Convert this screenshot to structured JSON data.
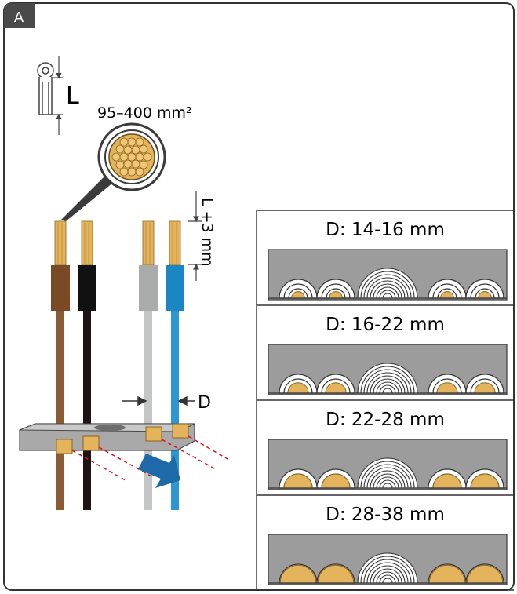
{
  "panel": {
    "label": "A"
  },
  "lug": {
    "length_label": "L",
    "cross_section": "95–400 mm²"
  },
  "strip": {
    "length_label": "L +3 mm"
  },
  "spacing": {
    "label": "D"
  },
  "cable_colors": [
    "#8b5a34",
    "#1e1315",
    "#b7b8b8",
    "#2b98d3"
  ],
  "colors": {
    "frame": "#333333",
    "copper": "#e3b45c",
    "header": "#4a4a4a",
    "plate": "#9c9c9c",
    "arrow": "#1e6aa8",
    "dash": "#d9141b"
  },
  "options": [
    {
      "label": "D: 14-16 mm",
      "hole_fill": 0.35
    },
    {
      "label": "D: 16-22 mm",
      "hole_fill": 0.55
    },
    {
      "label": "D: 22-28 mm",
      "hole_fill": 0.75
    },
    {
      "label": "D: 28-38 mm",
      "hole_fill": 0.95
    }
  ]
}
